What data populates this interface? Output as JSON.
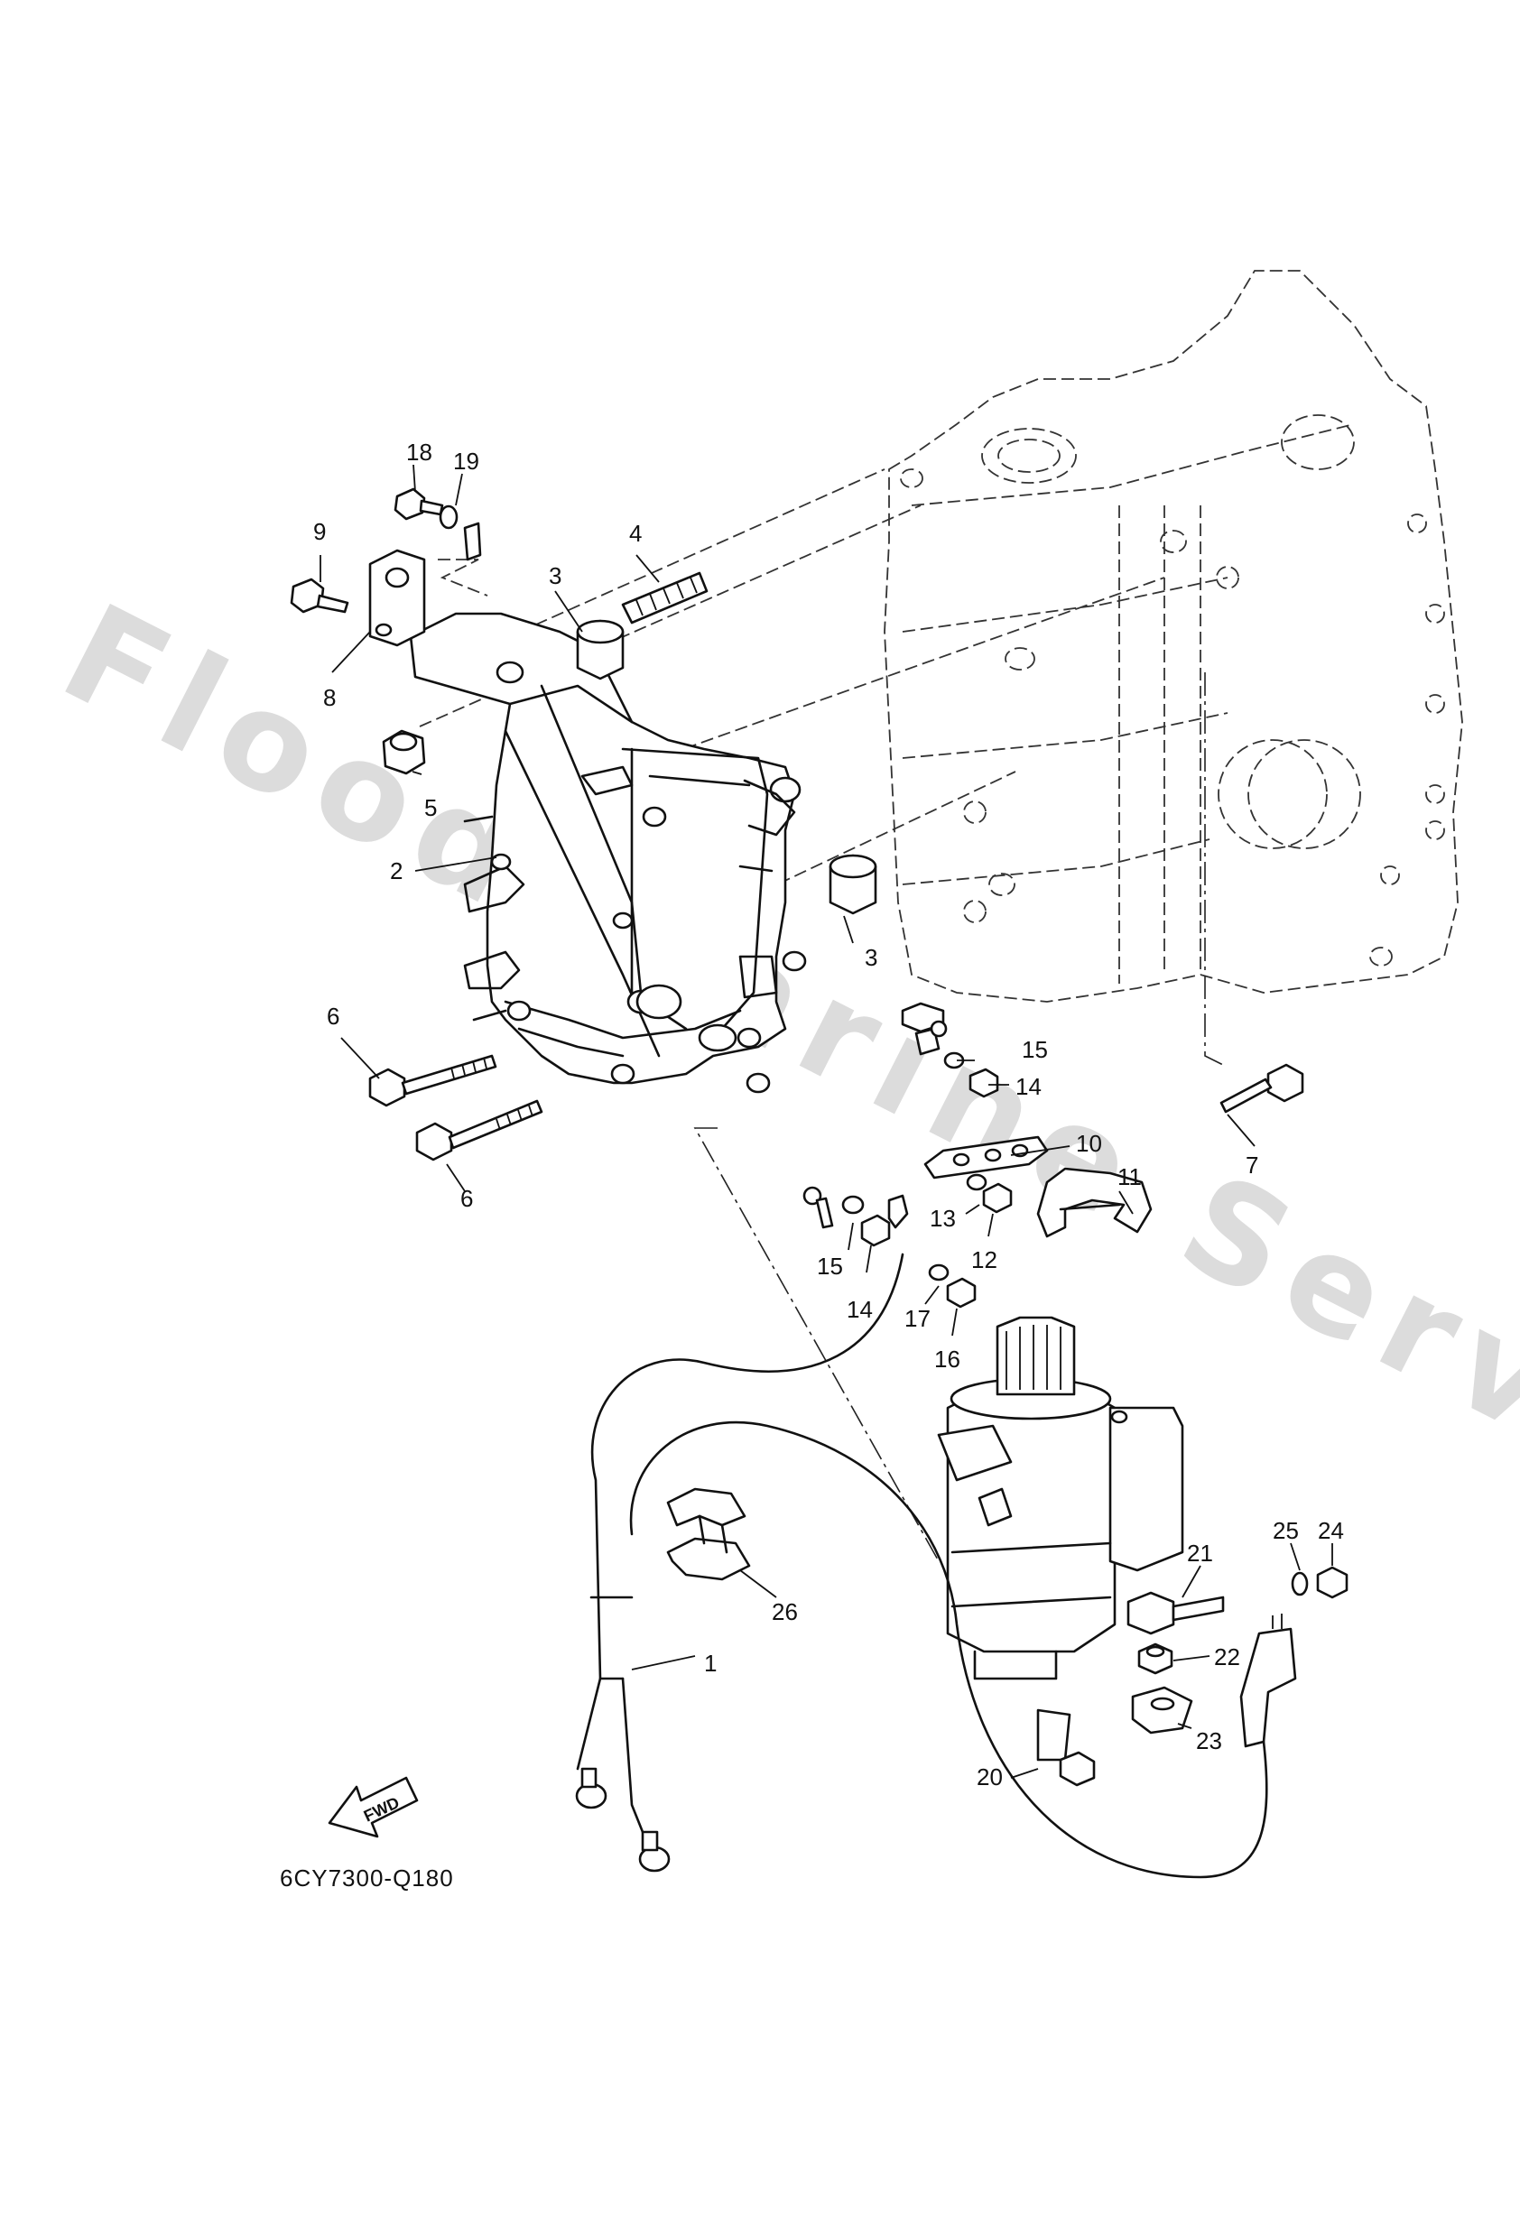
{
  "diagram": {
    "code": "6CY7300-Q180",
    "fwd_label": "FWD",
    "watermark": "Flood Marine Services",
    "callouts": [
      {
        "id": "c1",
        "text": "1"
      },
      {
        "id": "c2",
        "text": "2"
      },
      {
        "id": "c3a",
        "text": "3"
      },
      {
        "id": "c3b",
        "text": "3"
      },
      {
        "id": "c4",
        "text": "4"
      },
      {
        "id": "c5",
        "text": "5"
      },
      {
        "id": "c6a",
        "text": "6"
      },
      {
        "id": "c6b",
        "text": "6"
      },
      {
        "id": "c7",
        "text": "7"
      },
      {
        "id": "c8",
        "text": "8"
      },
      {
        "id": "c9",
        "text": "9"
      },
      {
        "id": "c10",
        "text": "10"
      },
      {
        "id": "c11",
        "text": "11"
      },
      {
        "id": "c12",
        "text": "12"
      },
      {
        "id": "c13",
        "text": "13"
      },
      {
        "id": "c14a",
        "text": "14"
      },
      {
        "id": "c14b",
        "text": "14"
      },
      {
        "id": "c15a",
        "text": "15"
      },
      {
        "id": "c15b",
        "text": "15"
      },
      {
        "id": "c16",
        "text": "16"
      },
      {
        "id": "c17",
        "text": "17"
      },
      {
        "id": "c18",
        "text": "18"
      },
      {
        "id": "c19",
        "text": "19"
      },
      {
        "id": "c20",
        "text": "20"
      },
      {
        "id": "c21",
        "text": "21"
      },
      {
        "id": "c22",
        "text": "22"
      },
      {
        "id": "c23",
        "text": "23"
      },
      {
        "id": "c24",
        "text": "24"
      },
      {
        "id": "c25",
        "text": "25"
      },
      {
        "id": "c26",
        "text": "26"
      }
    ]
  }
}
